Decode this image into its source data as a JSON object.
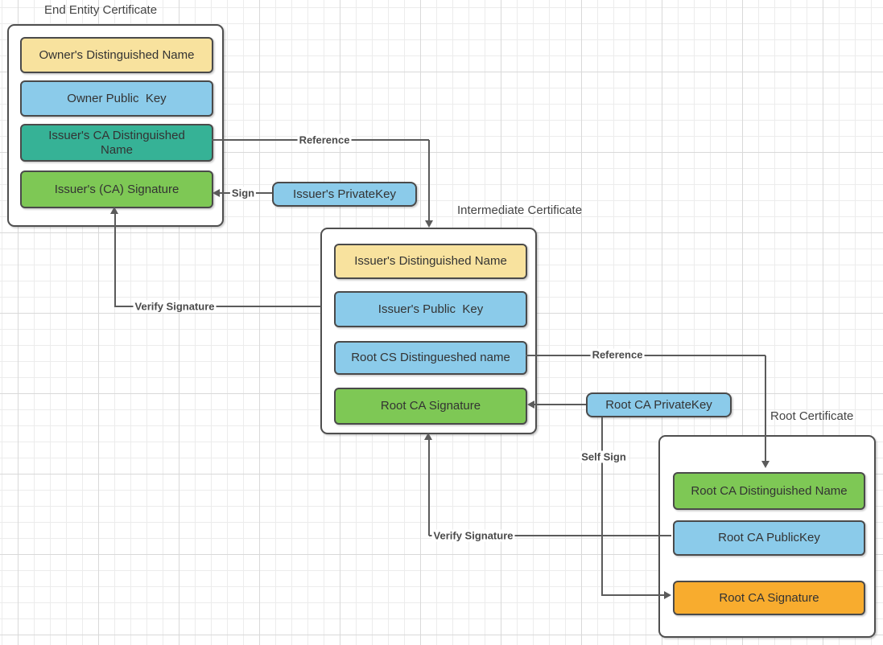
{
  "diagram": {
    "groups": [
      {
        "id": "end-entity-certificate",
        "title": "End Entity Certificate",
        "fields": [
          {
            "label": "Owner's Distinguished Name",
            "color": "yellow"
          },
          {
            "label": "Owner Public  Key",
            "color": "blue"
          },
          {
            "label": "Issuer's CA Distinguished Name",
            "color": "teal"
          },
          {
            "label": "Issuer's (CA) Signature",
            "color": "green"
          }
        ]
      },
      {
        "id": "intermediate-certificate",
        "title": "Intermediate Certificate",
        "fields": [
          {
            "label": "Issuer's Distinguished Name",
            "color": "yellow"
          },
          {
            "label": "Issuer's Public  Key",
            "color": "blue"
          },
          {
            "label": "Root CS Distingueshed name",
            "color": "blue"
          },
          {
            "label": "Root CA Signature",
            "color": "green"
          }
        ]
      },
      {
        "id": "root-certificate",
        "title": "Root Certificate",
        "fields": [
          {
            "label": "Root CA Distinguished Name",
            "color": "green"
          },
          {
            "label": "Root CA PublicKey",
            "color": "blue"
          },
          {
            "label": "Root CA Signature",
            "color": "orange"
          }
        ]
      }
    ],
    "keys": [
      {
        "id": "issuer-private-key",
        "label": "Issuer's PrivateKey",
        "color": "blue"
      },
      {
        "id": "root-ca-private-key",
        "label": "Root CA PrivateKey",
        "color": "blue"
      }
    ],
    "connectors": {
      "reference_top": {
        "label": "Reference"
      },
      "sign": {
        "label": "Sign"
      },
      "verify_signature_left": {
        "label": "Verify Signature"
      },
      "reference_right": {
        "label": "Reference"
      },
      "self_sign": {
        "label": "Self Sign"
      },
      "verify_signature_right": {
        "label": "Verify Signature"
      }
    },
    "colors": {
      "yellow": "#f8e29e",
      "blue": "#8bcbea",
      "teal": "#36b296",
      "green": "#7ec855",
      "orange": "#f8ac2e",
      "line": "#5b5b5b"
    }
  }
}
